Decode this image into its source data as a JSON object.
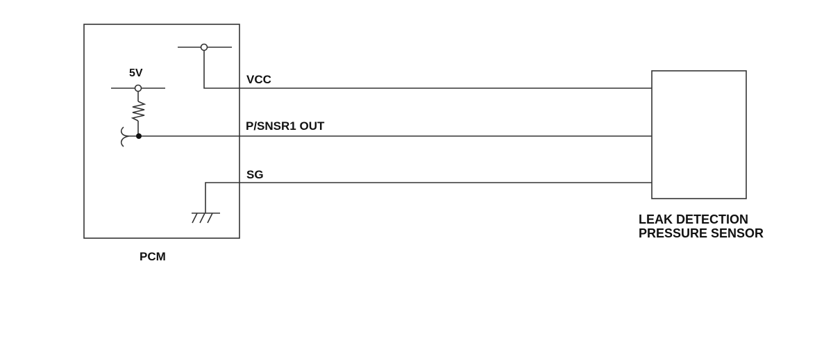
{
  "pcm": {
    "label": "PCM",
    "supply_label": "5V"
  },
  "wires": {
    "vcc": "VCC",
    "signal": "P/SNSR1 OUT",
    "ground": "SG"
  },
  "sensor": {
    "label_line1": "LEAK DETECTION",
    "label_line2": "PRESSURE SENSOR"
  },
  "colors": {
    "line": "#333333",
    "text": "#111111"
  }
}
